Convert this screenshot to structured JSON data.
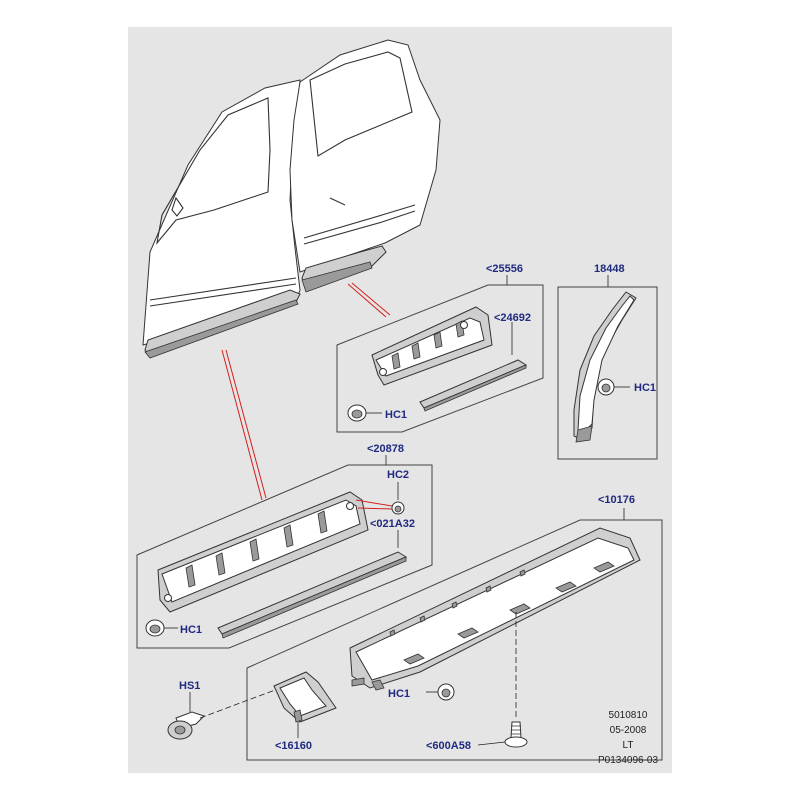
{
  "callouts": {
    "p25556": "<25556",
    "p18448": "18448",
    "p24692": "<24692",
    "hc1_upper": "HC1",
    "hc1_wheelarch": "HC1",
    "p20878": "<20878",
    "hc2": "HC2",
    "p021a32": "<021A32",
    "hc1_front": "HC1",
    "p10176": "<10176",
    "hs1": "HS1",
    "hc1_sill": "HC1",
    "p16160": "<16160",
    "p600a58": "<600A58"
  },
  "footer": {
    "line1": "5010810",
    "line2": "05-2008",
    "line3": "LT",
    "line4": "P0134096-03"
  },
  "colors": {
    "background": "#e5e5e5",
    "callout_text": "#1f2a80",
    "leader_red": "#d42020"
  }
}
